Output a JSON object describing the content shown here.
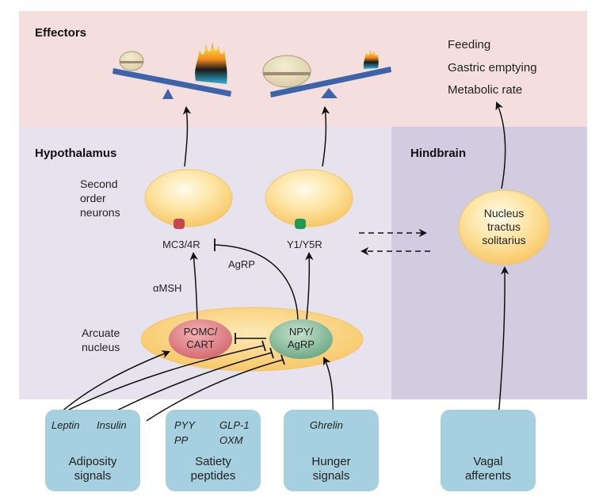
{
  "regions": {
    "effectors": "Effectors",
    "hypothalamus": "Hypothalamus",
    "hindbrain": "Hindbrain"
  },
  "effects": [
    "Feeding",
    "Gastric emptying",
    "Metabolic rate"
  ],
  "labels": {
    "second_order_1": "Second",
    "second_order_2": "order",
    "second_order_3": "neurons",
    "arcuate_1": "Arcuate",
    "arcuate_2": "nucleus",
    "mc_receptor": "MC3/4R",
    "y_receptor": "Y1/Y5R",
    "agrp_edge": "AgRP",
    "amsh_edge": "αMSH",
    "pomc_1": "POMC/",
    "pomc_2": "CART",
    "npy_1": "NPY/",
    "npy_2": "AgRP",
    "nts_1": "Nucleus",
    "nts_2": "tractus",
    "nts_3": "solitarius"
  },
  "signals": [
    {
      "category": [
        "Adiposity",
        "signals"
      ],
      "items": [
        "Leptin",
        "Insulin"
      ]
    },
    {
      "category": [
        "Satiety",
        "peptides"
      ],
      "items": [
        "PYY",
        "GLP-1",
        "PP",
        "OXM"
      ]
    },
    {
      "category": [
        "Hunger",
        "signals"
      ],
      "items": [
        "Ghrelin"
      ]
    },
    {
      "category": [
        "Vagal",
        "afferents"
      ],
      "items": []
    }
  ],
  "colors": {
    "effectors_bg": "#f5dede",
    "hypothalamus_bg": "#e6e3ee",
    "hindbrain_bg": "#d1cce0",
    "neuron_fill": "#fbd98a",
    "pomc_fill": "#d9737a",
    "npy_fill": "#7fb595",
    "signal_box": "#a6cfdf",
    "seesaw": "#3d63a8",
    "mc_receptor": "#c9454f",
    "y_receptor": "#1f9a55"
  }
}
